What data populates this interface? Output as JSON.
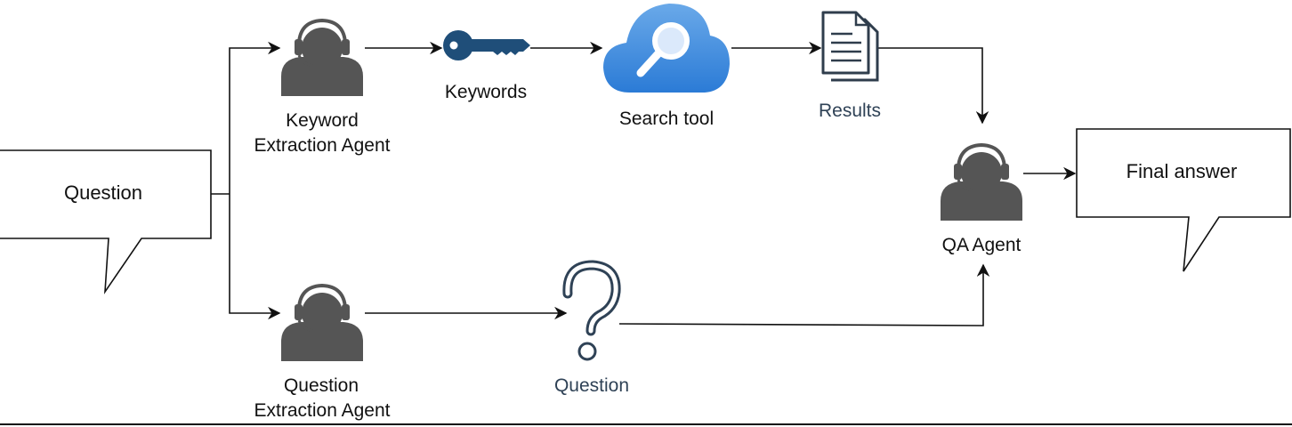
{
  "question_bubble": {
    "label": "Question"
  },
  "final_bubble": {
    "label": "Final answer"
  },
  "keyword_agent": {
    "line1": "Keyword",
    "line2": "Extraction Agent"
  },
  "question_agent": {
    "line1": "Question",
    "line2": "Extraction Agent"
  },
  "qa_agent": {
    "label": "QA Agent"
  },
  "keywords": {
    "label": "Keywords"
  },
  "search_tool": {
    "label": "Search tool"
  },
  "results": {
    "label": "Results"
  },
  "question_node": {
    "label": "Question"
  },
  "colors": {
    "agent": "#555555",
    "key": "#1f4e79",
    "cloud_top": "#6aa9e9",
    "cloud_bottom": "#2b7bd6",
    "label_blue": "#2f4256"
  },
  "icons": [
    "headset-agent-icon",
    "key-icon",
    "cloud-search-icon",
    "documents-icon",
    "question-mark-icon"
  ]
}
